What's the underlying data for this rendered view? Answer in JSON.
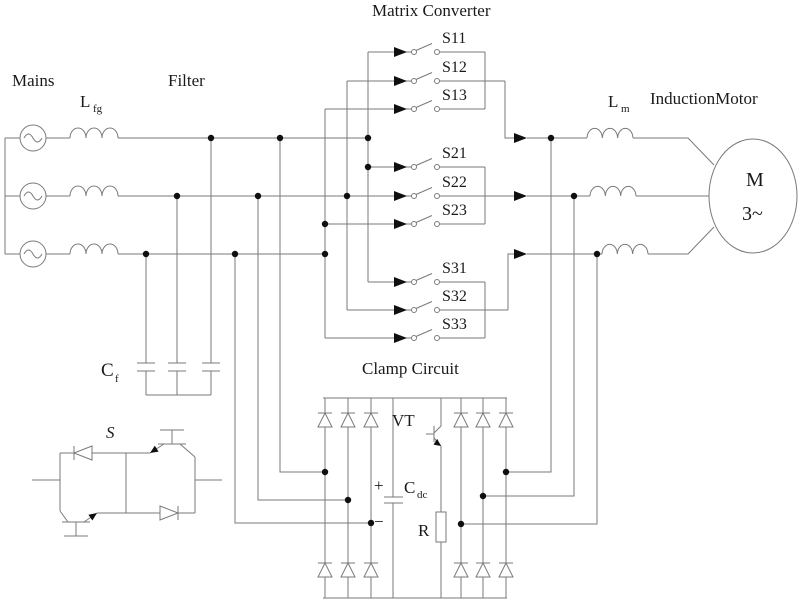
{
  "figure_type": "matrix-converter-circuit-schematic",
  "labels": {
    "mains": "Mains",
    "filter": "Filter",
    "matrix_converter": "Matrix Converter",
    "clamp_circuit": "Clamp Circuit",
    "induction_motor": "InductionMotor",
    "l_fg": {
      "main": "L",
      "sub": "fg"
    },
    "l_m": {
      "main": "L",
      "sub": "m"
    },
    "c_f": {
      "main": "C",
      "sub": "f"
    },
    "c_dc": {
      "main": "C",
      "sub": "dc"
    },
    "plus": "+",
    "minus": "−",
    "r": "R",
    "vt": "VT",
    "s": "S",
    "motor_m": "M",
    "motor_phases": "3~"
  },
  "matrix": {
    "switches": [
      {
        "label": "S11"
      },
      {
        "label": "S12"
      },
      {
        "label": "S13"
      },
      {
        "label": "S21"
      },
      {
        "label": "S22"
      },
      {
        "label": "S23"
      },
      {
        "label": "S31"
      },
      {
        "label": "S32"
      },
      {
        "label": "S33"
      }
    ]
  },
  "colors": {
    "background": "#ffffff",
    "wire": "#7a7a7a",
    "ink": "#1a1a1a"
  }
}
